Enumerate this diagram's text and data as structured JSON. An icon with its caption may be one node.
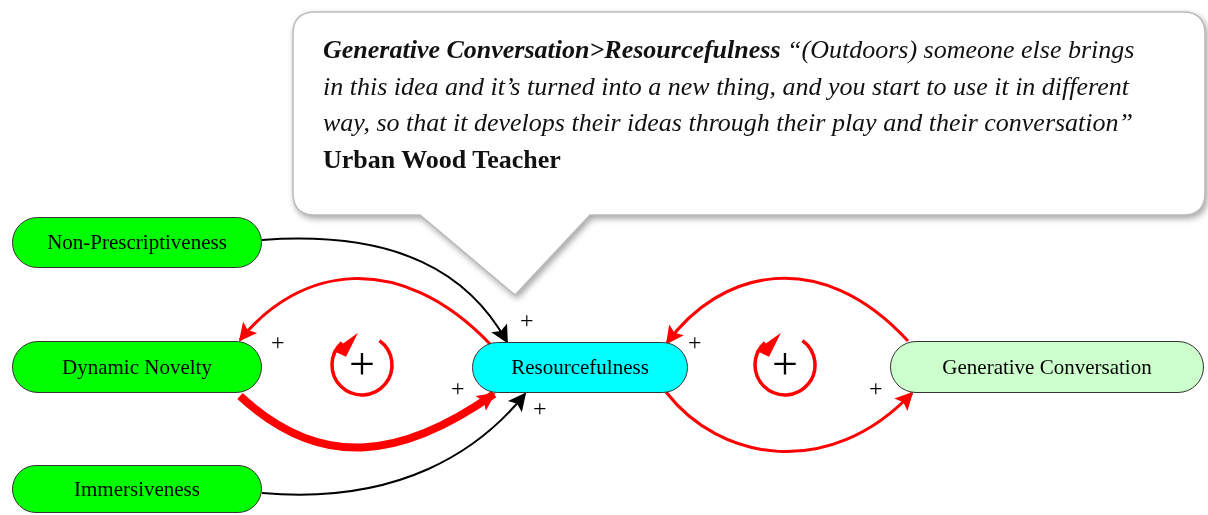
{
  "diagram": {
    "nodes": [
      {
        "text": [
          "Generative Conversation>Resourcefulness",
          "“(Outdoors) someone else brings in this idea and it’s turned into a new thing, and you start to use it in different way, so that it develops their ideas through their play and their conversation”",
          "Urban Wood Teacher"
        ]
      },
      {
        "text": [
          "Non-Prescriptiveness"
        ]
      },
      {
        "text": [
          "Dynamic Novelty"
        ]
      },
      {
        "text": [
          "Immersiveness"
        ]
      },
      {
        "text": [
          "Resourcefulness"
        ]
      },
      {
        "text": [
          "Generative Conversation"
        ]
      }
    ],
    "edges": [
      {
        "from": 1,
        "to": 4,
        "arrow": "to",
        "label": "+",
        "color": "#000000"
      },
      {
        "from": 4,
        "to": 2,
        "arrow": "to",
        "label": "+"
      },
      {
        "from": 2,
        "to": 4,
        "arrow": "to",
        "label": "+",
        "style": "thick"
      },
      {
        "from": 3,
        "to": 4,
        "arrow": "to",
        "label": "+",
        "color": "#000000"
      },
      {
        "from": 5,
        "to": 4,
        "arrow": "to",
        "label": "+"
      },
      {
        "from": 4,
        "to": 5,
        "arrow": "to",
        "label": "+"
      }
    ],
    "labels": [
      "+",
      "+"
    ]
  }
}
